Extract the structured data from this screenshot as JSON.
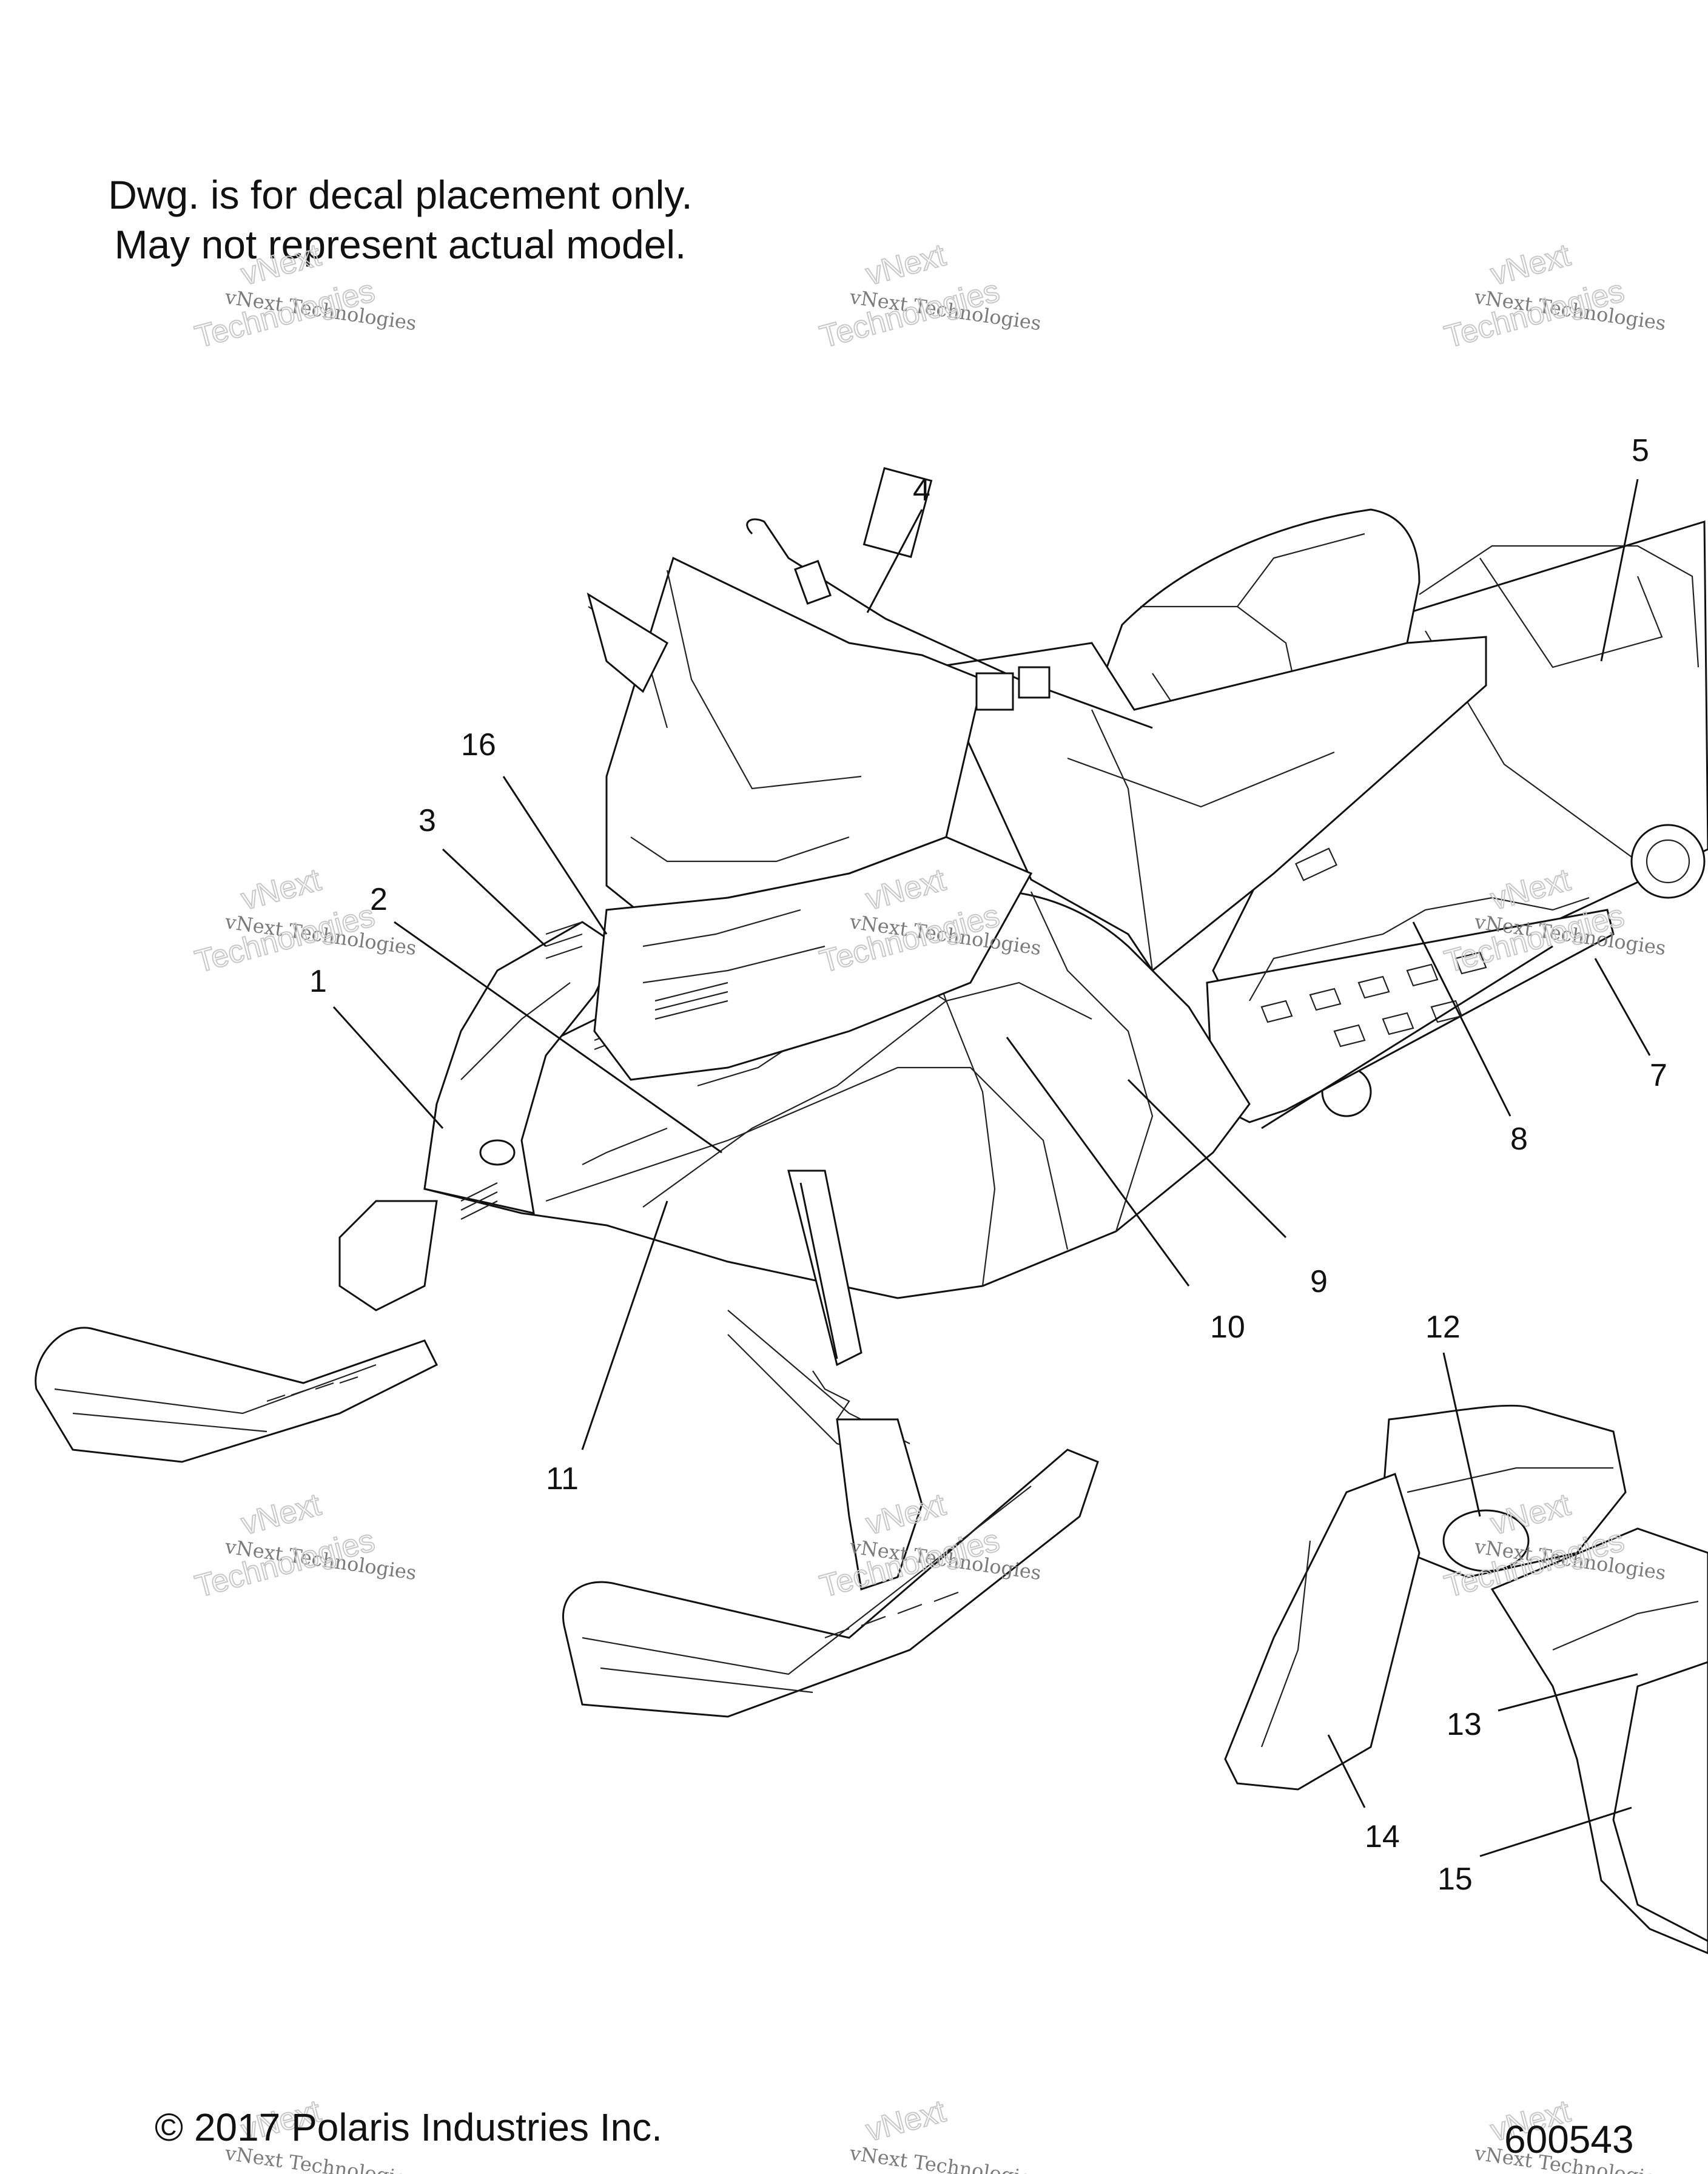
{
  "note": {
    "line1": "Dwg. is for decal placement only.",
    "line2": "May not represent actual model."
  },
  "callouts": [
    "1",
    "2",
    "3",
    "4",
    "5",
    "7",
    "8",
    "9",
    "10",
    "11",
    "12",
    "13",
    "14",
    "15",
    "16"
  ],
  "watermark": {
    "line1": "vNext Technologies",
    "line2": "vNext",
    "line3": "Technologies"
  },
  "footer": {
    "copyright": "© 2017 Polaris Industries Inc.",
    "drawing_number": "600543"
  }
}
